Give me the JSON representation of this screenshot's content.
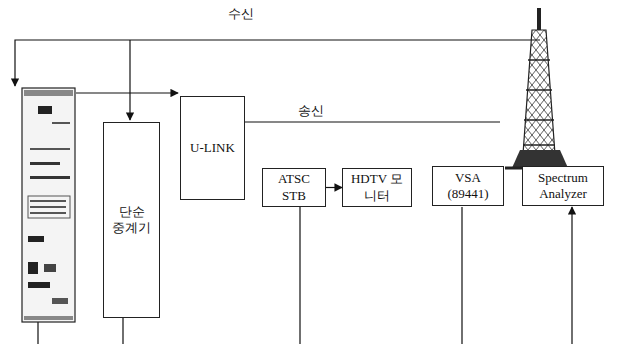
{
  "diagram": {
    "nodes": [
      {
        "text": [
          "단순 중계기"
        ]
      },
      {
        "text": [
          "U-LINK"
        ]
      },
      {
        "text": [
          "ATSC STB"
        ]
      },
      {
        "text": [
          "HDTV 모니터"
        ]
      },
      {
        "text": [
          "VSA (89441)"
        ]
      },
      {
        "text": [
          "Spectrum Analyzer"
        ]
      }
    ],
    "edges": [
      {
        "from": 2,
        "to": 3,
        "arrow": "to"
      }
    ],
    "labels": [
      "수신",
      "송신"
    ]
  }
}
